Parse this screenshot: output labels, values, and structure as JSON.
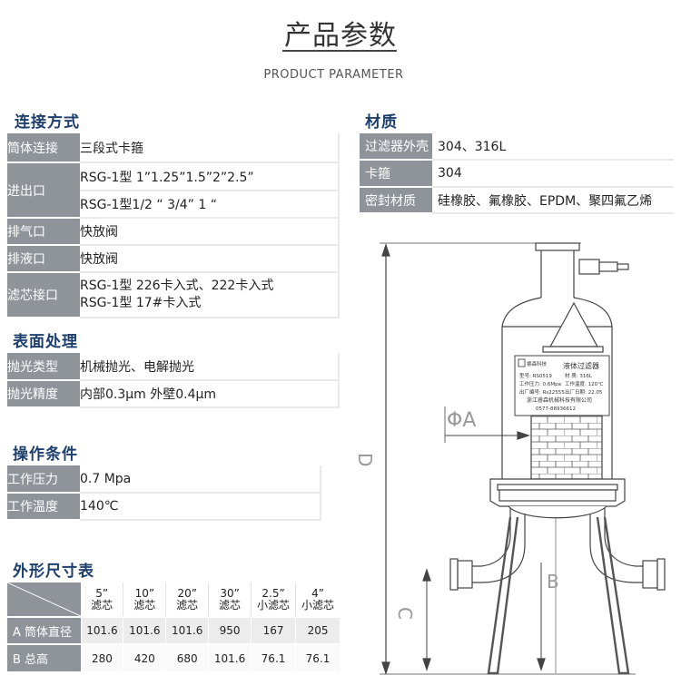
{
  "header": {
    "title": "产品参数",
    "subtitle": "PRODUCT PARAMETER"
  },
  "connection": {
    "heading": "连接方式",
    "rows": [
      {
        "label": "筒体连接",
        "values": [
          "三段式卡箍"
        ]
      },
      {
        "label": "进出口",
        "values": [
          "RSG-1型 1”1.25”1.5”2”2.5”",
          "RSG-1型1/2 “ 3/4” 1 “"
        ]
      },
      {
        "label": "排气口",
        "values": [
          "快放阀"
        ]
      },
      {
        "label": "排液口",
        "values": [
          "快放阀"
        ]
      },
      {
        "label": "滤芯接口",
        "values": [
          "RSG-1型 226卡入式、222卡入式",
          "RSG-1型 17#卡入式"
        ]
      }
    ]
  },
  "surface": {
    "heading": "表面处理",
    "rows": [
      {
        "label": "抛光类型",
        "value": "机械抛光、电解抛光"
      },
      {
        "label": "抛光精度",
        "value": "内部0.3μm 外壁0.4μm"
      }
    ]
  },
  "operation": {
    "heading": "操作条件",
    "rows": [
      {
        "label": "工作压力",
        "value": "0.7 Mpa"
      },
      {
        "label": "工作温度",
        "value": "140℃"
      }
    ]
  },
  "dimensions": {
    "heading": "外形尺寸表",
    "columns": [
      {
        "top": "5”",
        "bottom": "滤芯"
      },
      {
        "top": "10”",
        "bottom": "滤芯"
      },
      {
        "top": "20”",
        "bottom": "滤芯"
      },
      {
        "top": "30”",
        "bottom": "滤芯"
      },
      {
        "top": "2.5”",
        "bottom": "小滤芯"
      },
      {
        "top": "4”",
        "bottom": "小滤芯"
      }
    ],
    "rows": [
      {
        "label": "A 筒体直径",
        "values": [
          "101.6",
          "101.6",
          "101.6",
          "950",
          "167",
          "205"
        ]
      },
      {
        "label": "B 总高",
        "values": [
          "280",
          "420",
          "680",
          "101.6",
          "76.1",
          "76.1"
        ]
      }
    ]
  },
  "material": {
    "heading": "材质",
    "rows": [
      {
        "label": "过滤器外壳",
        "value": "304、316L"
      },
      {
        "label": "卡箍",
        "value": "304"
      },
      {
        "label": "密封材质",
        "value": "硅橡胶、氟橡胶、EPDM、聚四氟乙烯"
      }
    ]
  },
  "drawing": {
    "label_a": "ΦA",
    "label_d": "D",
    "label_b": "B",
    "label_c": "C",
    "nameplate": {
      "brand": "睿森科技",
      "title": "液体过滤器",
      "model": "型号: RS0519",
      "material": "材    质: 316L",
      "pressure": "工作压力: 0.6Mpa",
      "temperature": "工作温度: 120℃",
      "serial": "出厂编号: Rs22555",
      "date": "出厂日期: 22.05",
      "company": "浙江睿森机械科技有限公司",
      "phone": "0577-88936612"
    }
  },
  "colors": {
    "heading": "#1d3f6e",
    "label_bg": "#8f949a",
    "row_alt": "#ececec"
  }
}
